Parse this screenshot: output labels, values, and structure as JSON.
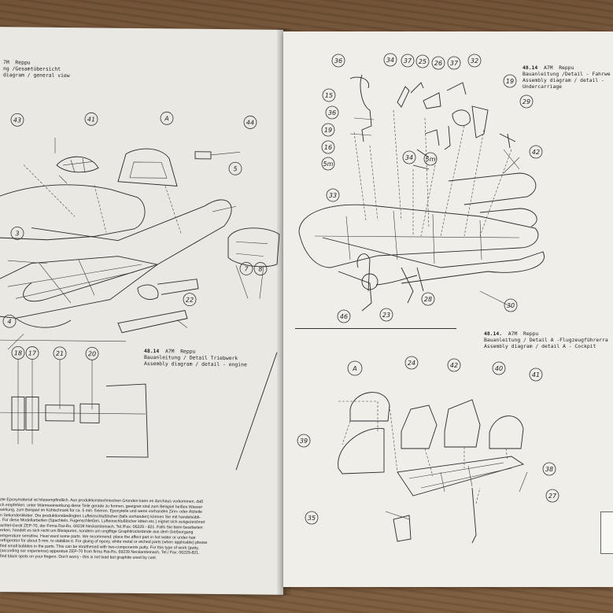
{
  "left_page": {
    "general_view": {
      "line1_prefix": "7M",
      "line1_name": "Reppu",
      "line2": "ng /Gesamtübersicht",
      "line3": "diagram / general view"
    },
    "engine_detail": {
      "kit_number": "48.14",
      "model": "A7M",
      "name": "Reppu",
      "line2": "Bauanleitung / Detail Triebwerk",
      "line3": "Assembly diagram / detail - engine"
    },
    "callouts_top": [
      "43",
      "41",
      "A",
      "44",
      "5",
      "3",
      "7",
      "8",
      "22",
      "4"
    ],
    "callouts_engine": [
      "18",
      "17",
      "21",
      "20"
    ],
    "notes": [
      "zte Epoxymaterial ist hitzeempfindlich. Aus produktionstechnischen Gründen kann es durchaus vorkommen, daß",
      "ch empfehlen: unter Wärmeeinwirkung diese Teile gerade zu formen, geeignet sind zum Beispiel heißes Wasser",
      "wirkung, zum Beispiel im Kühlschrank für ca. 5 min. fixieren. Epoxyteile und wenn vorhanden Zinn- oder Ätzteile",
      "n Sekundenkleber. Die produktionsbedingten Lufteinschlußlöcher (falls vorhanden) können Sie mit handelsübli-",
      ". Für diese Modellarbeiten (Spachteln, Fugenschließen, Lufteinschlußlöcher kitten etc.) eignet sich ausgezeichnet",
      "achtel-Gerät ZEP-70, der Firma Rai-Ro, 69239 Neckarsteinach, Tel./Fax: 06229 - 821. Falls Sie beim bearbeiten",
      "erken, handelt es sich nicht um Bleispuren, sondern um ungiftige Graphitrückstände aus dem Gießvorgang",
      "emperature sensitive. Heat ward some parts. We recommend: place the affect part in hot water or under hair",
      "refrigerator for about 5 min. to stabilize it. For gluing of epoxy, white metal or etched parts (when applicable) please",
      "find small bubbles in the parts. This can be straithened with two-components putty. For this type of work (putty,",
      "(according our experience) apparatus ZEP-70 from firma Rai-Ro, 69239 Neckarsteinach, Tel./ Fax: 06229-821.",
      "find black spots on your fingers. Don't worry - this is not lead but graphite used by cast."
    ]
  },
  "right_page": {
    "undercarriage": {
      "kit_number": "48.14",
      "model": "A7M",
      "name": "Reppu",
      "line2": "Bauanleitung /Detail - Fahrwe",
      "line3": "Assembly diagram / detail -",
      "line4": "Undercarriage"
    },
    "cockpit": {
      "kit_number": "48.14.",
      "model": "A7M",
      "name": "Reppu",
      "line2": "Bauanleitung / Detail A -Flugzeugführerra",
      "line3": "Assembly diagram / detail A - Cockpit"
    },
    "callouts_undercarriage": [
      "36",
      "34",
      "37",
      "25",
      "26",
      "37",
      "32",
      "15",
      "19",
      "36",
      "19",
      "16",
      "29",
      "5m",
      "33",
      "34",
      "5m",
      "42",
      "46",
      "23",
      "28",
      "30"
    ],
    "callouts_cockpit": [
      "A",
      "24",
      "42",
      "40",
      "41",
      "39",
      "38",
      "27",
      "35"
    ]
  },
  "colors": {
    "paper": "#efeee9",
    "ink": "#2a2a2a",
    "wood": "#7a5a3c"
  }
}
